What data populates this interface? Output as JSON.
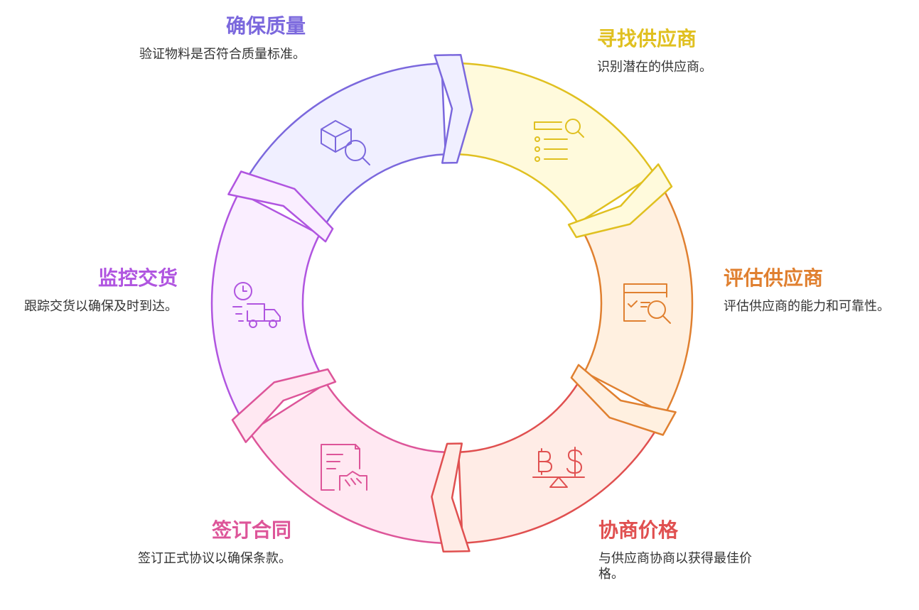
{
  "steps": [
    {
      "title": "确保质量",
      "desc": "验证物料是否符合质量标准。",
      "color": "#7b68dd",
      "fill": "#f0efff",
      "icon": "quality-inspection-icon"
    },
    {
      "title": "寻找供应商",
      "desc": "识别潜在的供应商。",
      "color": "#e0c020",
      "fill": "#fffadc",
      "icon": "search-list-icon"
    },
    {
      "title": "评估供应商",
      "desc": "评估供应商的能力和可靠性。",
      "color": "#e08030",
      "fill": "#fff0e0",
      "icon": "evaluate-window-icon"
    },
    {
      "title": "协商价格",
      "desc": "与供应商协商以获得最佳价格。",
      "color": "#e05050",
      "fill": "#ffece6",
      "icon": "price-balance-icon"
    },
    {
      "title": "签订合同",
      "desc": "签订正式协议以确保条款。",
      "color": "#dd5599",
      "fill": "#ffe8f2",
      "icon": "contract-handshake-icon"
    },
    {
      "title": "监控交货",
      "desc": "跟踪交货以确保及时到达。",
      "color": "#b055e0",
      "fill": "#faeeff",
      "icon": "delivery-truck-icon"
    }
  ]
}
